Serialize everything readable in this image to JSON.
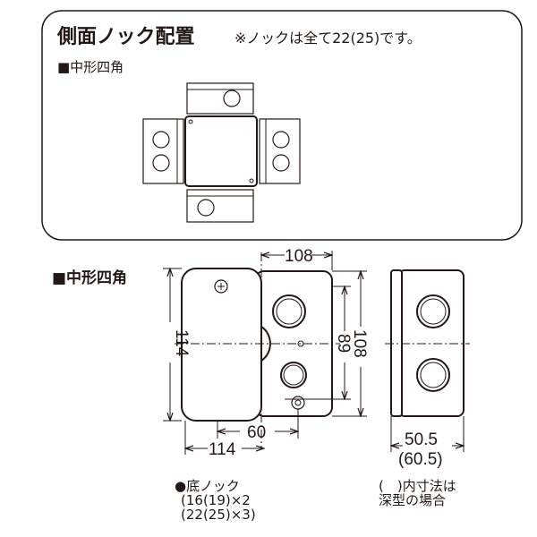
{
  "top_panel": {
    "title": "側面ノック配置",
    "note": "※ノックは全て22(25)です。",
    "subtitle": "■中形四角"
  },
  "main": {
    "subtitle": "■中形四角",
    "dimensions": {
      "top_width": "108",
      "left_height": "114",
      "inner_height": "89",
      "right_height": "108",
      "knock_offset": "60",
      "bottom_width": "114",
      "depth": "50.5",
      "depth_deep": "(60.5)"
    },
    "bottom_knock": {
      "label": "●底ノック",
      "line1": "(16(19)×2",
      "line2": "(22(25)×3)"
    },
    "note_line1": "(　)内寸法は",
    "note_line2": "深型の場合"
  }
}
